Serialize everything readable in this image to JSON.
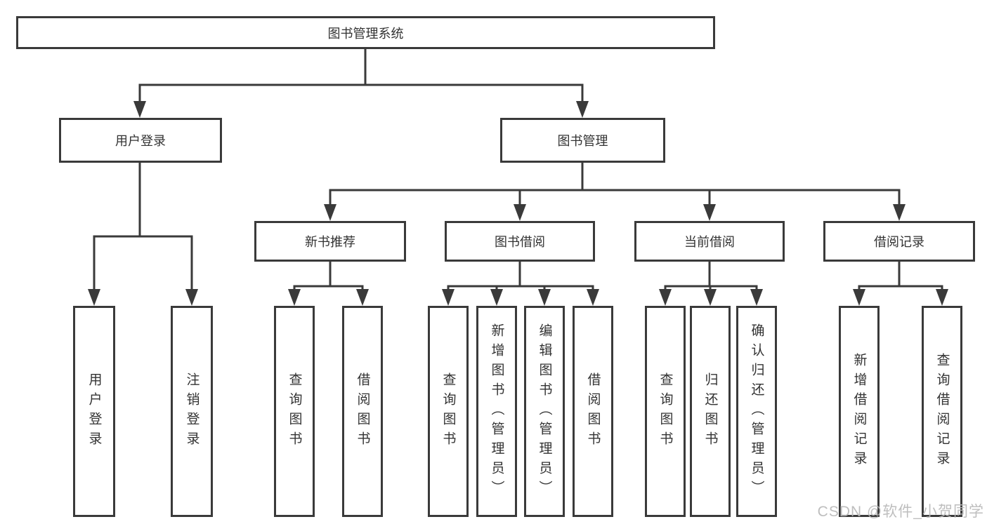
{
  "tree": {
    "label": "图书管理系统",
    "children": [
      {
        "label": "用户登录",
        "children": [
          {
            "label": "用户登录"
          },
          {
            "label": "注销登录"
          }
        ]
      },
      {
        "label": "图书管理",
        "children": [
          {
            "label": "新书推荐",
            "children": [
              {
                "label": "查询图书"
              },
              {
                "label": "借阅图书"
              }
            ]
          },
          {
            "label": "图书借阅",
            "children": [
              {
                "label": "查询图书"
              },
              {
                "label": "新增图书（管理员）"
              },
              {
                "label": "编辑图书（管理员）"
              },
              {
                "label": "借阅图书"
              }
            ]
          },
          {
            "label": "当前借阅",
            "children": [
              {
                "label": "查询图书"
              },
              {
                "label": "归还图书"
              },
              {
                "label": "确认归还（管理员）"
              }
            ]
          },
          {
            "label": "借阅记录",
            "children": [
              {
                "label": "新增借阅记录"
              },
              {
                "label": "查询借阅记录"
              }
            ]
          }
        ]
      }
    ]
  },
  "watermark": "CSDN @软件_小贺同学",
  "colors": {
    "line": "#3a3a3a",
    "text": "#333333",
    "background": "#ffffff",
    "watermark": "#b9b9b9"
  }
}
